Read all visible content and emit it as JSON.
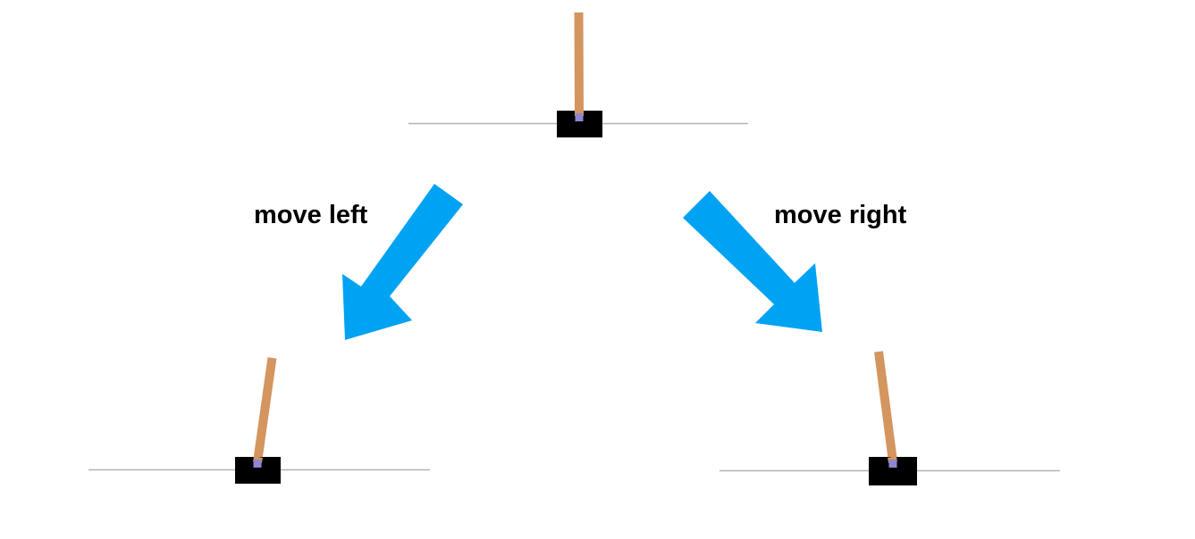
{
  "labels": {
    "left": "move left",
    "right": "move right"
  },
  "colors": {
    "background": "#ffffff",
    "track": "#b3b3b3",
    "cart": "#000000",
    "pole": "#d4955f",
    "axle": "#8e87d1",
    "arrow": "#00a2f2",
    "text": "#000000"
  },
  "states": [
    {
      "id": "center",
      "pole_angle": "upright"
    },
    {
      "id": "left-result",
      "pole_angle": "leaning-right"
    },
    {
      "id": "right-result",
      "pole_angle": "leaning-left"
    }
  ],
  "arrows": [
    {
      "id": "left",
      "direction": "down-left",
      "icon": "arrow-down-left-icon"
    },
    {
      "id": "right",
      "direction": "down-right",
      "icon": "arrow-down-right-icon"
    }
  ]
}
